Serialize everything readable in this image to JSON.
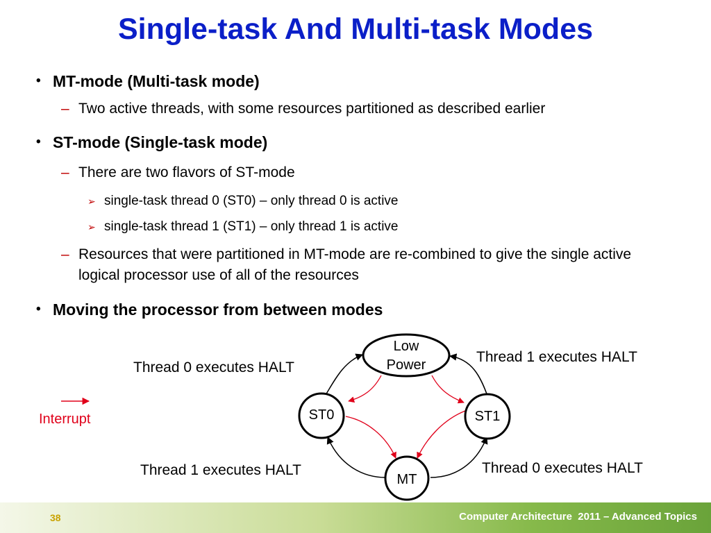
{
  "slide": {
    "title": "Single-task And Multi-task Modes",
    "bullets": {
      "b1": "MT-mode (Multi-task mode)",
      "b1_sub1": "Two active threads, with some resources partitioned as described earlier",
      "b2": "ST-mode (Single-task mode)",
      "b2_sub1": "There are two flavors of ST-mode",
      "b2_sub1_a": "single-task thread 0 (ST0) – only thread 0 is active",
      "b2_sub1_b": "single-task thread 1 (ST1) – only thread 1 is active",
      "b2_sub2": "Resources that were partitioned in MT-mode are re-combined to give the single active logical processor use of all of the resources",
      "b3": "Moving the processor from between modes"
    },
    "bullet_glyph": "•",
    "dash_glyph": "–",
    "arrow_glyph": "➢"
  },
  "diagram": {
    "nodes": {
      "low_power_line1": "Low",
      "low_power_line2": "Power",
      "st0": "ST0",
      "st1": "ST1",
      "mt": "MT"
    },
    "edge_labels": {
      "st0_to_lowpower": "Thread 0 executes HALT",
      "st1_to_lowpower": "Thread 1 executes HALT",
      "mt_to_st0": "Thread 1 executes HALT",
      "mt_to_st1": "Thread 0 executes HALT"
    },
    "legend": {
      "interrupt": "Interrupt"
    },
    "colors": {
      "halt_edge": "#000000",
      "interrupt_edge": "#e0001a"
    }
  },
  "footer": {
    "page_number": "38",
    "course": "Computer Architecture  2011 – Advanced Topics"
  },
  "colors": {
    "title": "#0b1fc8",
    "footer_page": "#c9a200",
    "footer_text": "#ffffff"
  }
}
